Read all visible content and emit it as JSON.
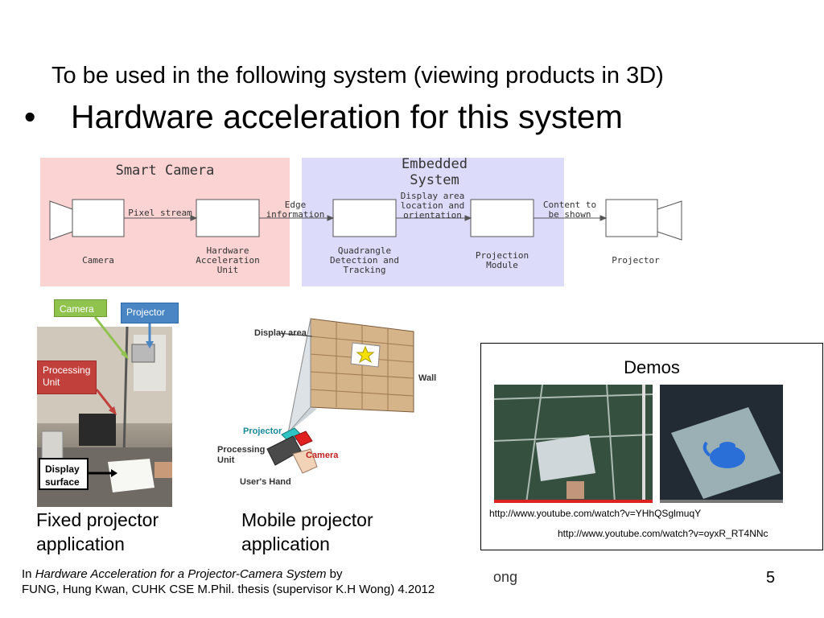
{
  "slide": {
    "subtitle": "To be used in the following system (viewing products in 3D)",
    "bullet": "Hardware acceleration for this system",
    "page_number": "5",
    "footer_fragment": "ong"
  },
  "diagram": {
    "group_smart_camera": "Smart Camera",
    "group_embedded": "Embedded\nSystem",
    "blocks": [
      "Camera",
      "Hardware\nAcceleration\nUnit",
      "Quadrangle\nDetection and\nTracking",
      "Projection\nModule",
      "Projector"
    ],
    "arrows": [
      "Pixel stream",
      "Edge\ninformation",
      "Display area\nlocation and\norientation",
      "Content to\nbe shown"
    ],
    "colors": {
      "smart_camera_bg": "#fbd3d3",
      "embedded_bg": "#dcdcfa"
    }
  },
  "photo": {
    "callout_camera": "Camera",
    "callout_projector": "Projector",
    "callout_processing": "Processing\nUnit",
    "callout_display": "Display\nsurface"
  },
  "illustration": {
    "display_area": "Display area",
    "wall": "Wall",
    "projector": "Projector",
    "processing_unit": "Processing\nUnit",
    "camera": "Camera",
    "users_hand": "User's Hand"
  },
  "captions": {
    "fixed": "Fixed projector\napplication",
    "mobile": "Mobile projector\napplication"
  },
  "demos": {
    "title": "Demos",
    "link1": "http://www.youtube.com/watch?v=YHhQSglmuqY",
    "link2": "http://www.youtube.com/watch?v=oyxR_RT4NNc"
  },
  "footer": {
    "prefix": "In ",
    "title": "Hardware Acceleration for a Projector-Camera System",
    "by": " by",
    "line2": "FUNG, Hung Kwan, CUHK CSE M.Phil. thesis (supervisor K.H Wong) 4.2012"
  }
}
